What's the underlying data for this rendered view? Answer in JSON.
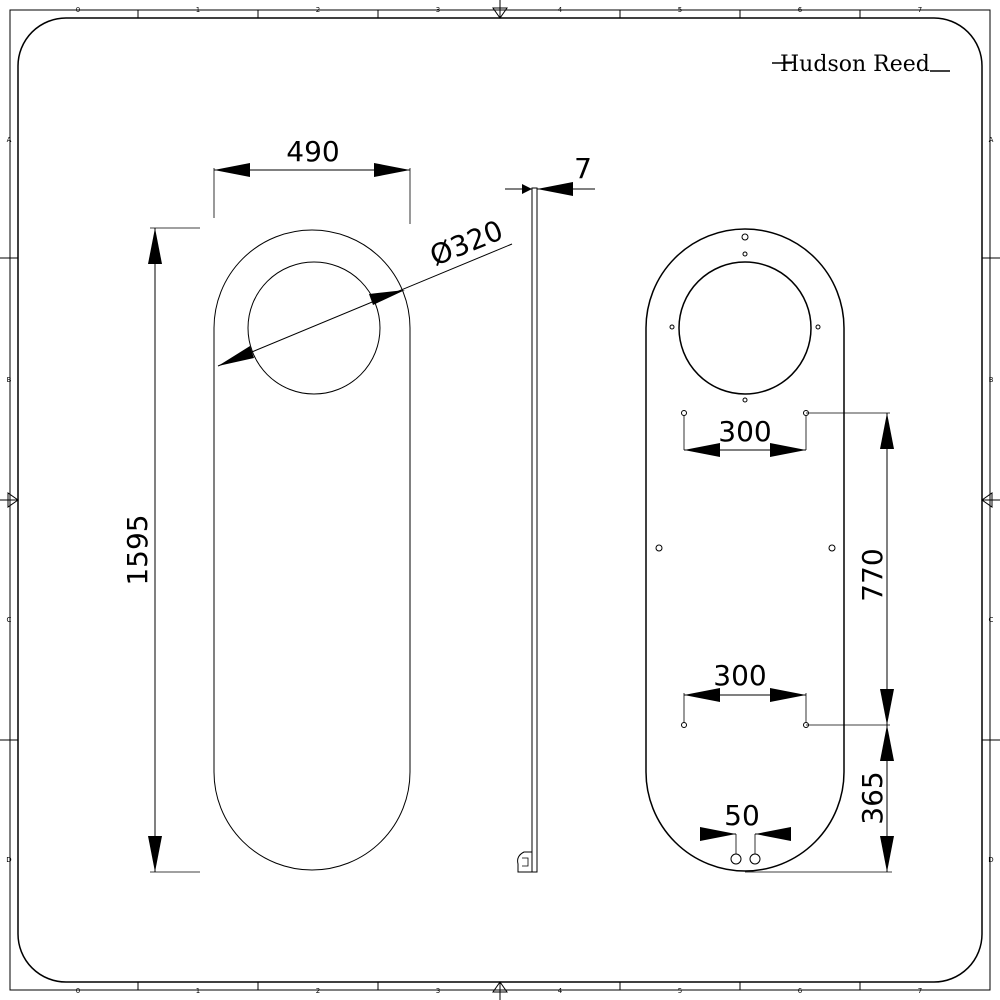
{
  "brand": {
    "name": "Hudson Reed"
  },
  "border": {
    "columns": [
      "0",
      "1",
      "2",
      "3",
      "4",
      "5",
      "6",
      "7"
    ],
    "rows": [
      "A",
      "B",
      "C",
      "D"
    ]
  },
  "dimensions": {
    "width": "490",
    "height": "1595",
    "hole_diameter": "Ø320",
    "thickness": "7",
    "top_hole_spacing": "300",
    "bottom_hole_spacing": "300",
    "vertical_hole_spacing": "770",
    "bottom_offset": "365",
    "pipe_spacing": "50"
  }
}
